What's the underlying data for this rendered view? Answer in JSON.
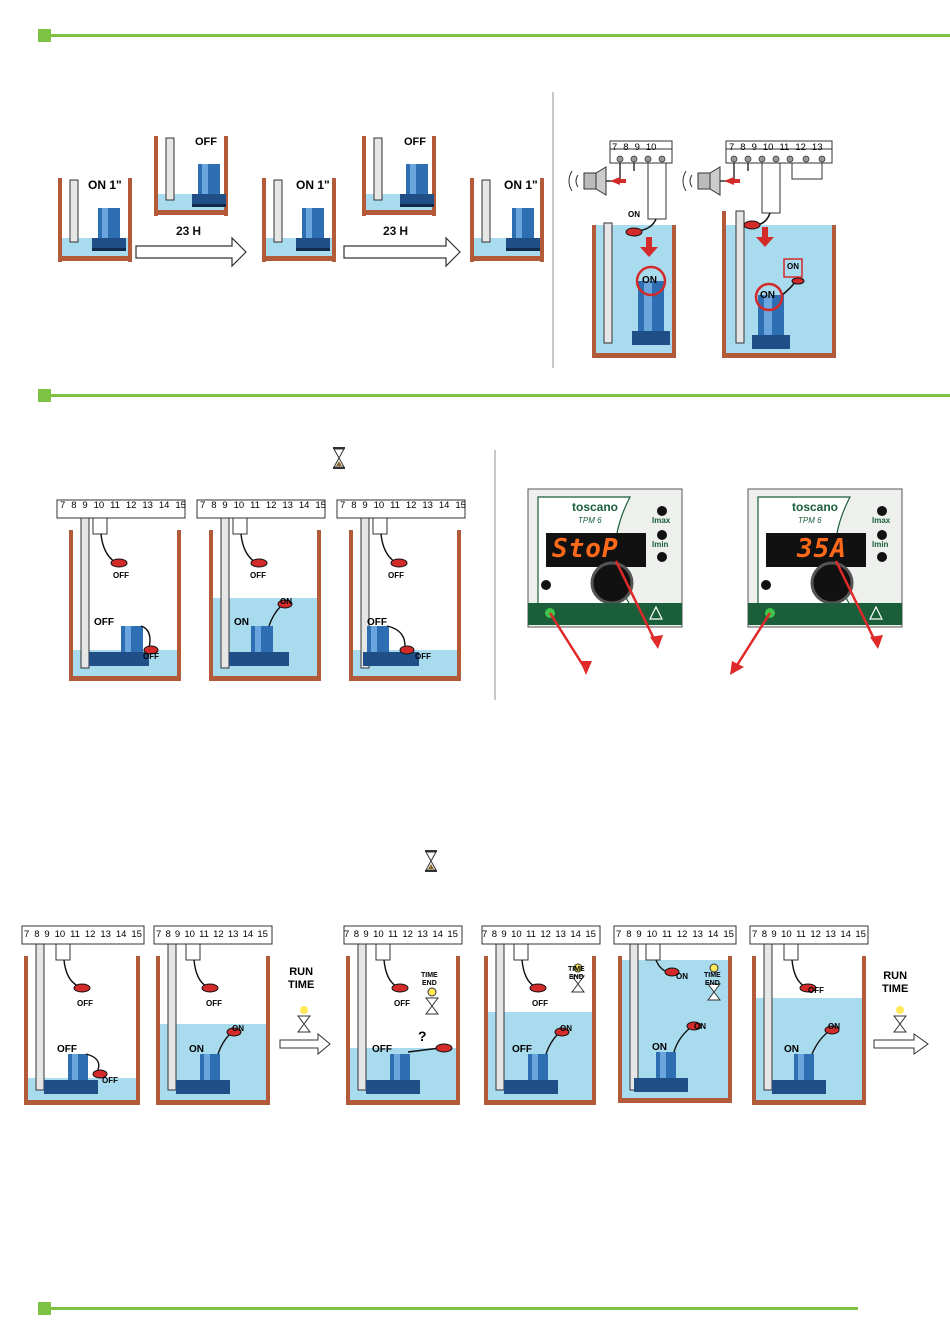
{
  "colors": {
    "accent_green": "#7dc242",
    "tank_brown": "#b35a38",
    "water_blue": "#a9dbef",
    "float_red": "#d32a2a",
    "pump_blue": "#2d6fb2",
    "panel_green": "#1a5e3a",
    "display_orange": "#ff6a1a"
  },
  "icons": [
    "hourglass-icon",
    "siren-icon",
    "arrow-right-icon",
    "red-arrow-icon",
    "pump-icon",
    "float-switch-icon",
    "terminal-block-icon"
  ],
  "section1": {
    "cycle": {
      "on_label": "ON 1\"",
      "off_label": "OFF",
      "interval": "23",
      "interval_unit": "H"
    },
    "alarm": {
      "terminals_a": [
        "7",
        "8",
        "9",
        "10"
      ],
      "terminals_b": [
        "7",
        "8",
        "9",
        "10",
        "11",
        "12",
        "13"
      ],
      "on_label": "ON"
    }
  },
  "section2": {
    "terminals": [
      "7",
      "8",
      "9",
      "10",
      "11",
      "12",
      "13",
      "14",
      "15"
    ],
    "off_label": "OFF",
    "on_label": "ON",
    "panel": {
      "brand": "toscano",
      "model": "TPM 6",
      "imax": "Imax",
      "imin": "Imin",
      "display_stop": "StoP",
      "display_amps": "35A"
    }
  },
  "section3": {
    "terminals": [
      "7",
      "8",
      "9",
      "10",
      "11",
      "12",
      "13",
      "14",
      "15"
    ],
    "off_label": "OFF",
    "on_label": "ON",
    "run_time": [
      "RUN",
      "TIME"
    ],
    "time_end": [
      "TIME",
      "END"
    ],
    "question": "?"
  }
}
